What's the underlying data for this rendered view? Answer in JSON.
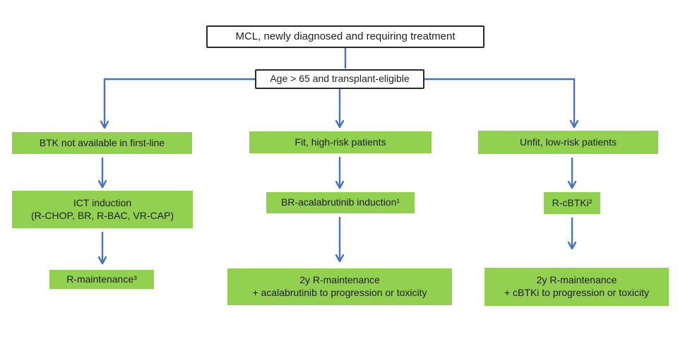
{
  "colors": {
    "box_green": "#92D050",
    "arrow_blue": "#4472C4",
    "box_border": "#2B2B2B",
    "text": "#1F1F1F",
    "background": "#FFFFFF"
  },
  "flowchart": {
    "root": "MCL, newly diagnosed and requiring treatment",
    "decision": "Age > 65 and transplant-eligible",
    "branches": [
      {
        "name": "btk-not-available",
        "condition": "BTK not available in first-line",
        "induction": [
          "ICT induction",
          "(R-CHOP, BR, R-BAC, VR-CAP)"
        ],
        "maintenance": [
          "R-maintenance³",
          ""
        ]
      },
      {
        "name": "fit-high-risk",
        "condition": "Fit, high-risk patients",
        "induction": [
          "BR-acalabrutinib induction¹",
          ""
        ],
        "maintenance": [
          "2y R-maintenance",
          "+ acalabrutinib to progression or toxicity"
        ]
      },
      {
        "name": "unfit-low-risk",
        "condition": "Unfit, low-risk patients",
        "induction": [
          "R-cBTKi²",
          ""
        ],
        "maintenance": [
          "2y R-maintenance",
          "+ cBTKi to progression or toxicity"
        ]
      }
    ]
  }
}
